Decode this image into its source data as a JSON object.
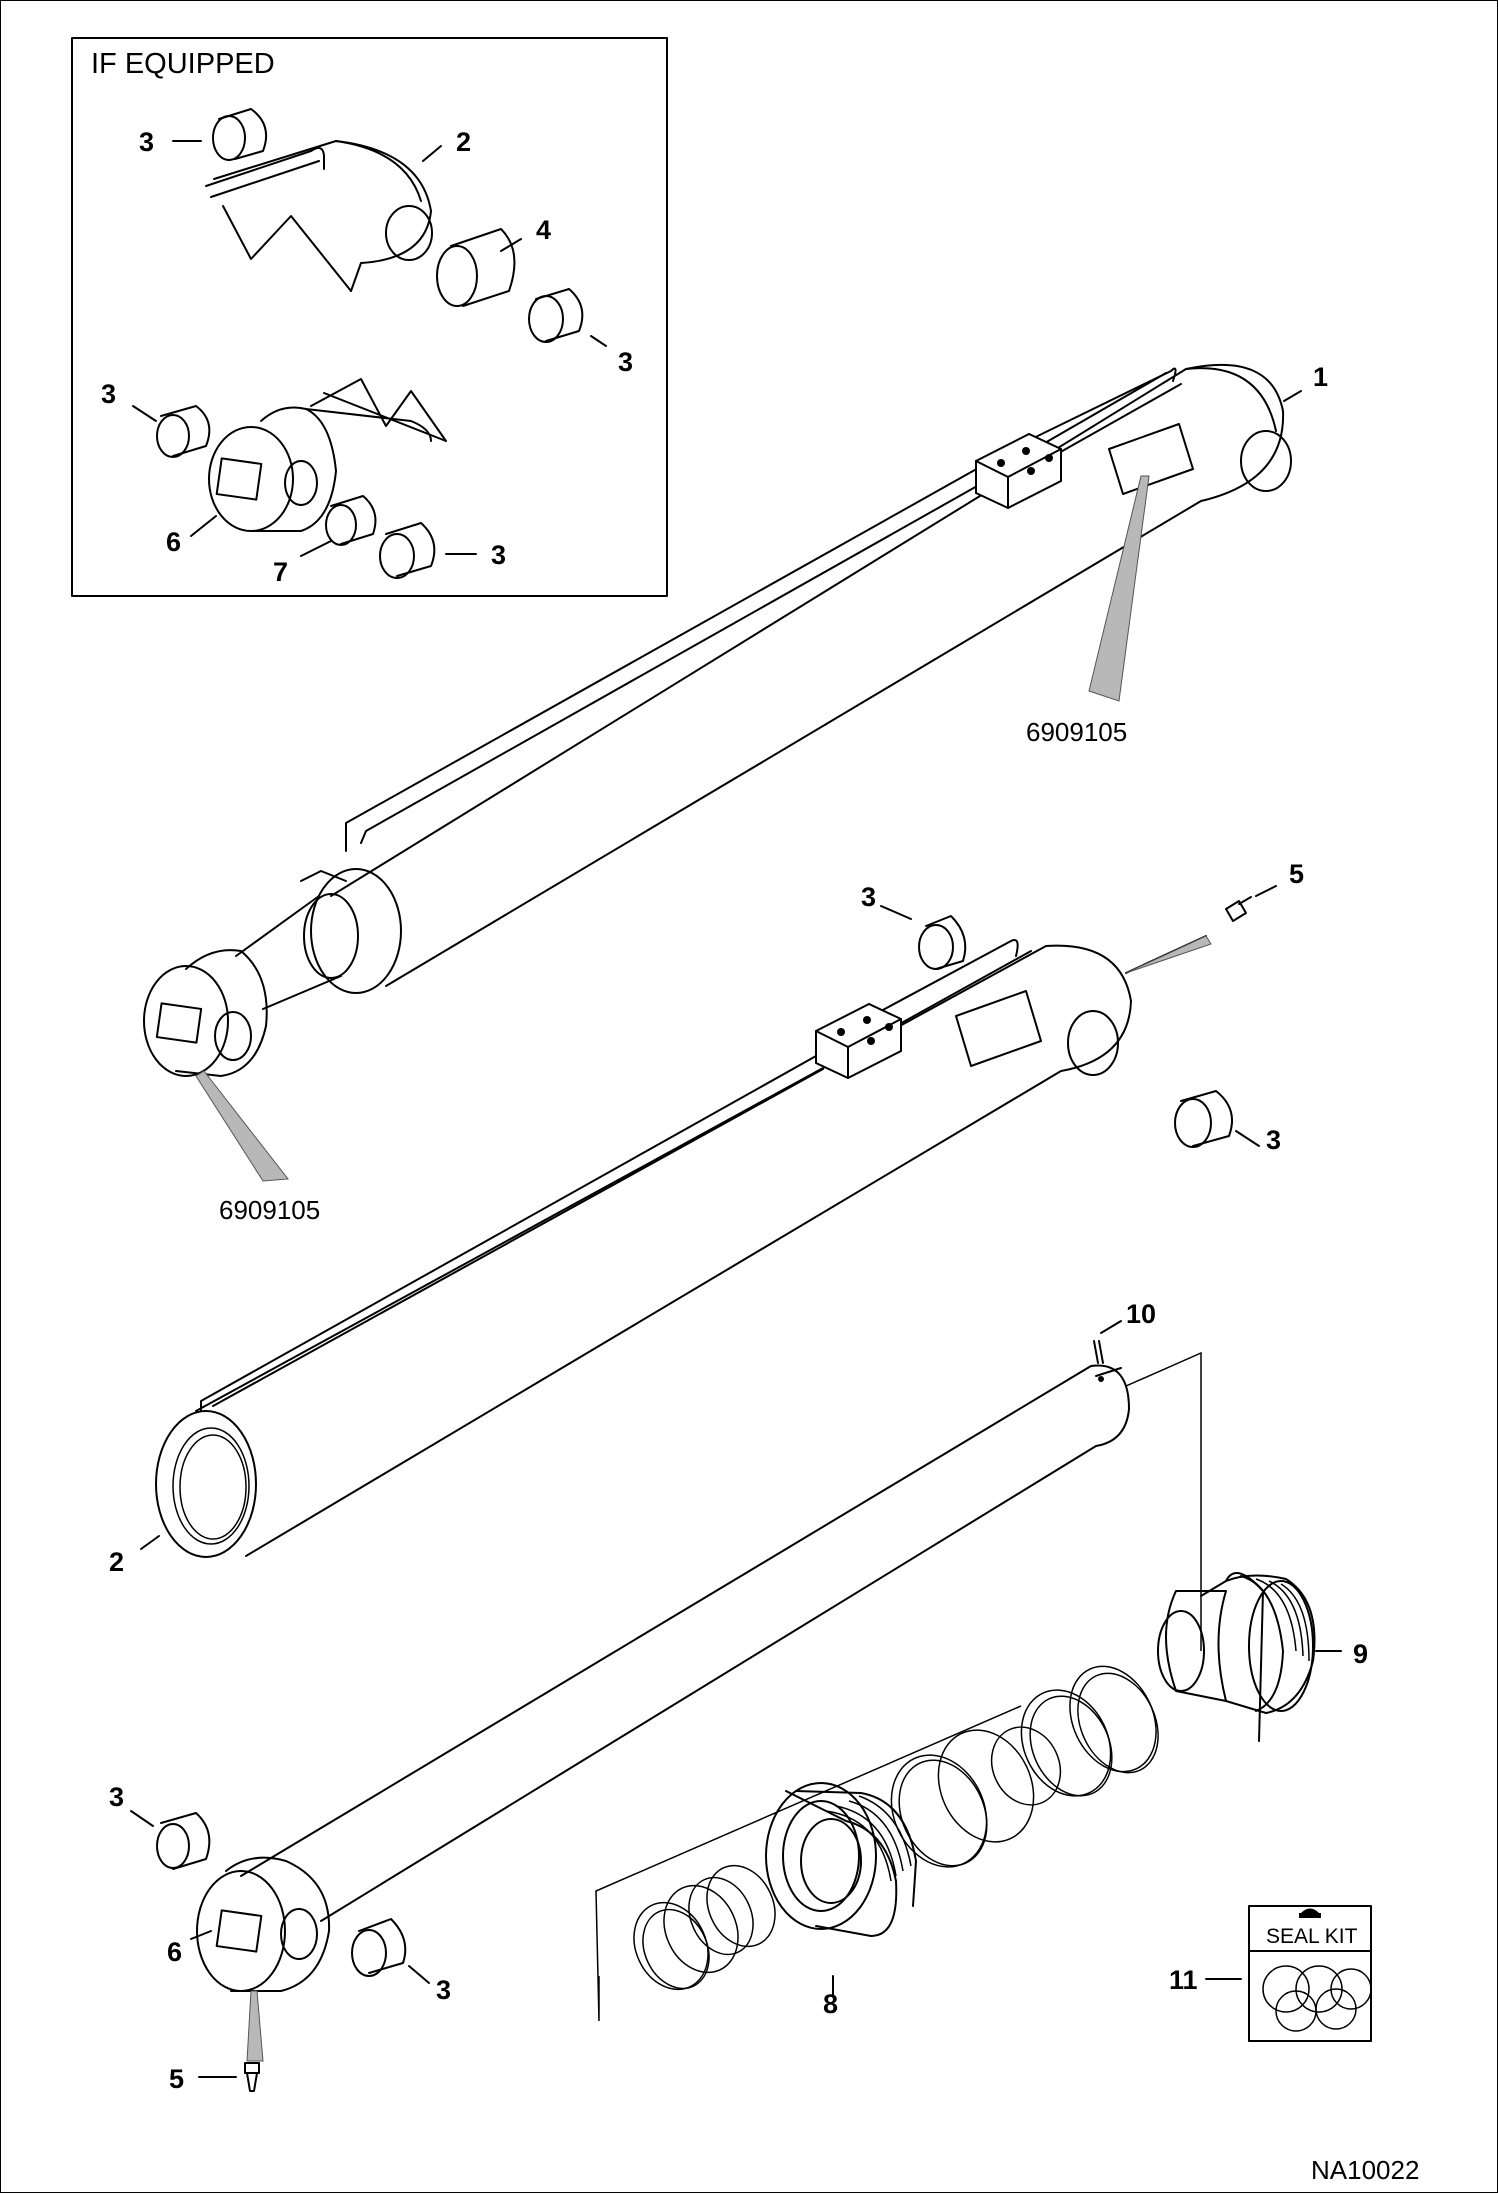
{
  "inset": {
    "title": "IF EQUIPPED"
  },
  "callouts": {
    "inset_bushing_top_left": "3",
    "inset_barrel": "2",
    "inset_spacer": "4",
    "inset_bushing_right": "3",
    "inset_bushing_left": "3",
    "inset_rod_end": "6",
    "inset_small_bushing": "7",
    "inset_bushing_bottom": "3",
    "assembly": "1",
    "fitting_top": "5",
    "bushing_mid_left": "3",
    "bushing_mid_right": "3",
    "barrel": "2",
    "pin": "10",
    "piston": "9",
    "bushing_rod_left": "3",
    "rod": "6",
    "bushing_rod_right": "3",
    "fitting_bottom": "5",
    "head": "8",
    "seal_kit": "11"
  },
  "part_numbers": {
    "decal_assembly": "6909105",
    "decal_rod_end": "6909105"
  },
  "seal_kit": {
    "label": "SEAL KIT"
  },
  "figure_id": "NA10022"
}
